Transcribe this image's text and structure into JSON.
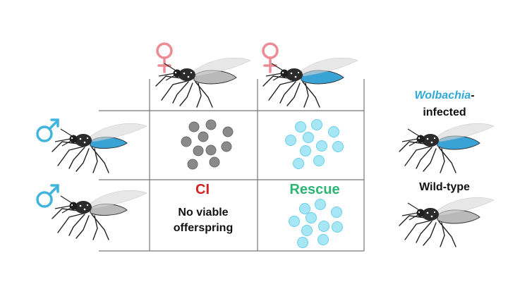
{
  "colors": {
    "female_symbol": "#ee8a93",
    "male_symbol": "#3fb4de",
    "ci_text": "#d42121",
    "rescue_text": "#2bb673",
    "wolbachia_text": "#2ea9d9",
    "egg_viable": "#a7e6f4",
    "egg_viable_stroke": "#6ad0ea",
    "egg_nonviable": "#8a8a8a",
    "egg_nonviable_stroke": "#6a6a6a",
    "grid": "#777777",
    "infected_abdomen": "#3aa3d6",
    "wild_abdomen": "#b9b9b9"
  },
  "symbols": {
    "female": "female-symbol-icon",
    "male": "male-symbol-icon"
  },
  "cells": {
    "ci": {
      "title": "CI",
      "line1": "No viable",
      "line2": "offerspring"
    },
    "rescue": {
      "title": "Rescue"
    }
  },
  "legend": {
    "infected_italic": "Wolbachia",
    "infected_suffix": "-",
    "infected_line2": "infected",
    "wild": "Wild-type"
  }
}
